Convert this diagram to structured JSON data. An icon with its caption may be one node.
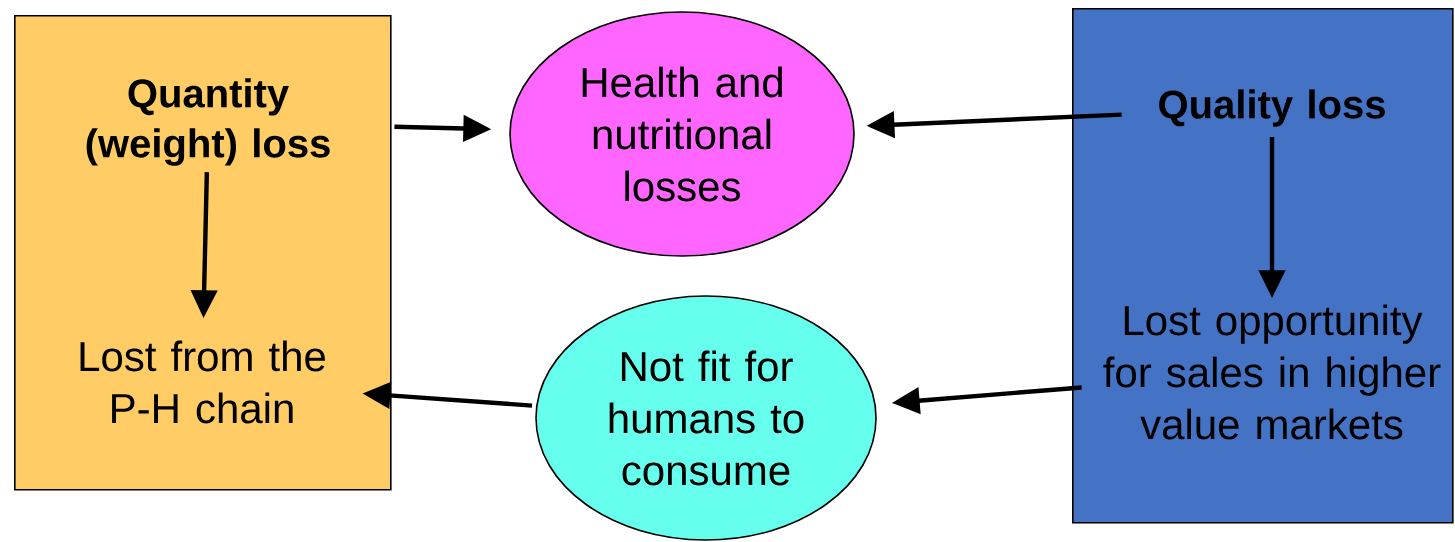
{
  "diagram": {
    "nodes": [
      {
        "text": [],
        "shape": "box"
      },
      {
        "text": [
          "Quantity (weight) loss"
        ],
        "in": 0
      },
      {
        "text": [
          "Lost from the P-H chain"
        ],
        "in": 0
      },
      {
        "text": [
          "Health and nutritional losses"
        ]
      },
      {
        "text": [
          "Not fit for humans to consume"
        ]
      },
      {
        "text": [],
        "shape": "box"
      },
      {
        "text": [
          "Quality loss"
        ],
        "in": 5
      },
      {
        "text": [
          "Lost opportunity for sales in higher value markets"
        ],
        "in": 5
      }
    ],
    "edges": [
      {
        "from": 1,
        "to": 2,
        "arrow": "to"
      },
      {
        "from": 1,
        "to": 3,
        "arrow": "to"
      },
      {
        "from": 6,
        "to": 3,
        "arrow": "to"
      },
      {
        "from": 6,
        "to": 7,
        "arrow": "to"
      },
      {
        "from": 7,
        "to": 4,
        "arrow": "to"
      },
      {
        "from": 4,
        "to": 2,
        "arrow": "to"
      }
    ]
  }
}
